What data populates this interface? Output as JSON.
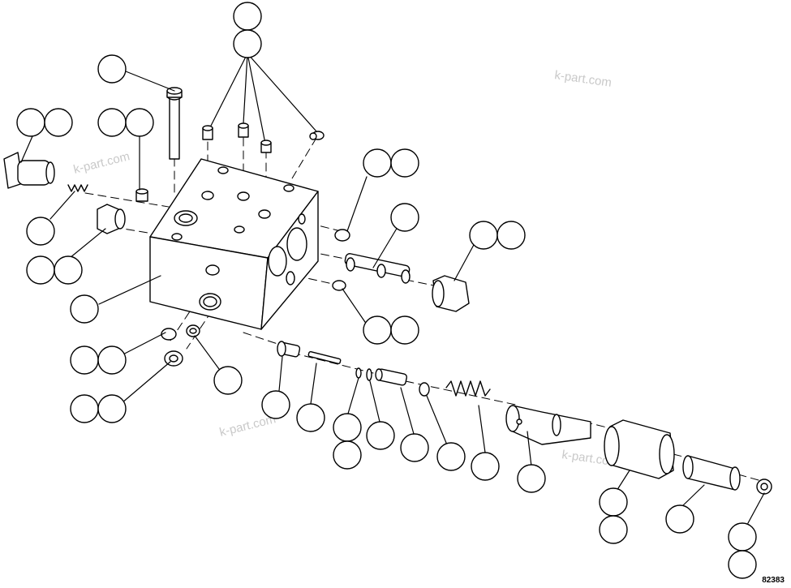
{
  "figure_ref": "82383",
  "watermarks": [
    "k-part.com",
    "k-part.com",
    "k-part.com",
    "k-part.com"
  ],
  "callouts": [
    {
      "id": "c1",
      "label": ""
    },
    {
      "id": "c2",
      "label": ""
    },
    {
      "id": "c3",
      "label": ""
    },
    {
      "id": "c4",
      "label": ""
    },
    {
      "id": "c5",
      "label": ""
    },
    {
      "id": "c6",
      "label": ""
    },
    {
      "id": "c7",
      "label": ""
    },
    {
      "id": "c8",
      "label": ""
    },
    {
      "id": "c9",
      "label": ""
    },
    {
      "id": "c10",
      "label": ""
    },
    {
      "id": "c11",
      "label": ""
    },
    {
      "id": "c12",
      "label": ""
    },
    {
      "id": "c13",
      "label": ""
    },
    {
      "id": "c14",
      "label": ""
    },
    {
      "id": "c15",
      "label": ""
    },
    {
      "id": "c16",
      "label": ""
    },
    {
      "id": "c17",
      "label": ""
    },
    {
      "id": "c18",
      "label": ""
    },
    {
      "id": "c19",
      "label": ""
    },
    {
      "id": "c20",
      "label": ""
    },
    {
      "id": "c21",
      "label": ""
    },
    {
      "id": "c22",
      "label": ""
    },
    {
      "id": "c23",
      "label": ""
    },
    {
      "id": "c24",
      "label": ""
    },
    {
      "id": "c25",
      "label": ""
    },
    {
      "id": "c26",
      "label": ""
    },
    {
      "id": "c27",
      "label": ""
    },
    {
      "id": "c28",
      "label": ""
    },
    {
      "id": "c29",
      "label": ""
    },
    {
      "id": "c30",
      "label": ""
    },
    {
      "id": "c31",
      "label": ""
    },
    {
      "id": "c32",
      "label": ""
    },
    {
      "id": "c33",
      "label": ""
    },
    {
      "id": "c34",
      "label": ""
    },
    {
      "id": "c35",
      "label": ""
    },
    {
      "id": "c36",
      "label": ""
    },
    {
      "id": "c37",
      "label": ""
    },
    {
      "id": "c38",
      "label": ""
    },
    {
      "id": "c39",
      "label": ""
    },
    {
      "id": "c40",
      "label": ""
    },
    {
      "id": "c41",
      "label": ""
    },
    {
      "id": "c42",
      "label": ""
    },
    {
      "id": "c43",
      "label": ""
    }
  ]
}
